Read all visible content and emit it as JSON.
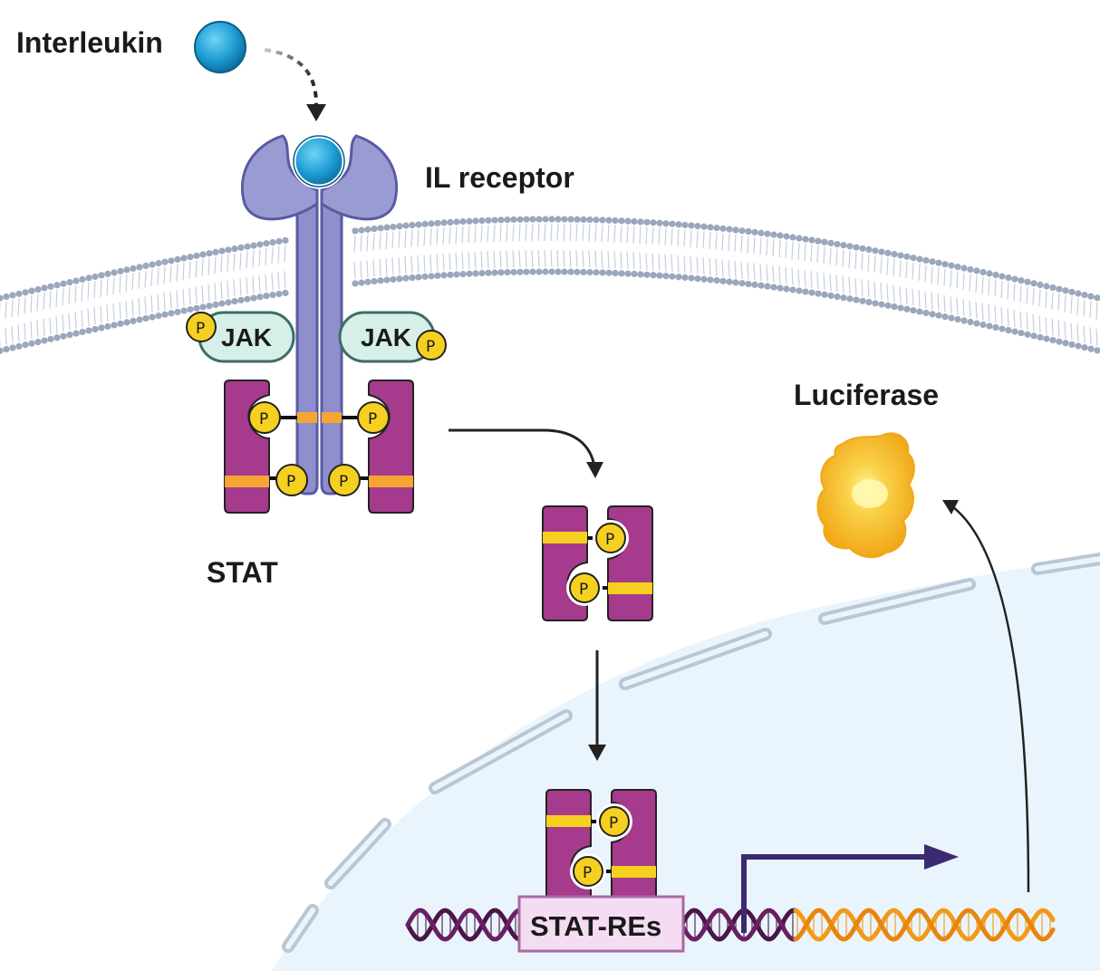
{
  "labels": {
    "interleukin": "Interleukin",
    "il_receptor": "IL receptor",
    "jak": "JAK",
    "stat": "STAT",
    "luciferase": "Luciferase",
    "stat_res": "STAT-REs",
    "phospho": "P"
  },
  "colors": {
    "interleukin": "#1f9fd6",
    "receptor": "#8e8fcc",
    "receptor_dark": "#5a5aa3",
    "membrane_head": "#9aa7bc",
    "membrane_tail": "#c5cfdc",
    "jak_fill": "#d6efe9",
    "jak_stroke": "#3c6e66",
    "stat": "#a63a8c",
    "stat_band": "#f7a532",
    "phospho": "#f5d020",
    "nucleus_fill": "#eaf4fc",
    "nuclear_envelope": "#b9c7d4",
    "dna_dark": "#4a1548",
    "dna_reporter": "#f29a18",
    "promoter_arrow": "#3b2a73",
    "luciferase": "#f6b417",
    "box_fill": "#f4dcf2",
    "box_stroke": "#a86aa2"
  }
}
